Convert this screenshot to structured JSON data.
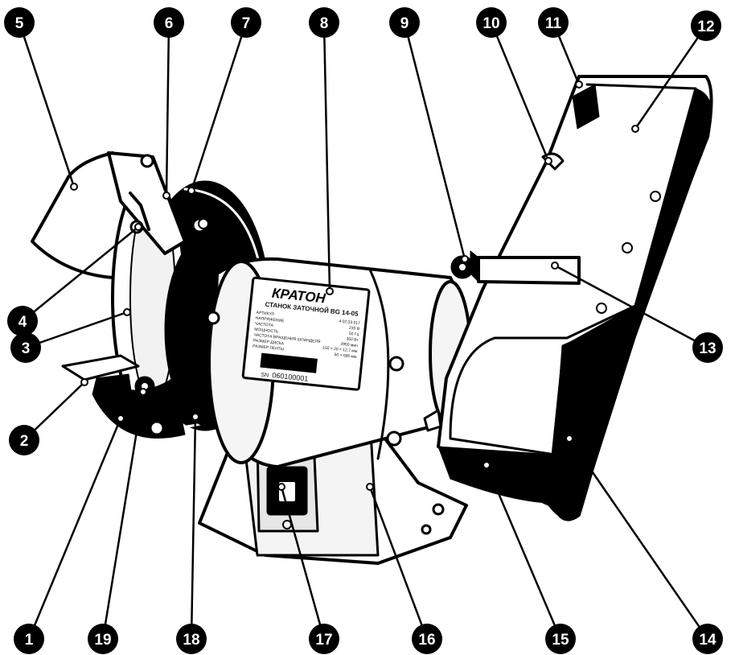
{
  "diagram": {
    "callouts": [
      "1",
      "2",
      "3",
      "4",
      "5",
      "6",
      "7",
      "8",
      "9",
      "10",
      "11",
      "12",
      "13",
      "14",
      "15",
      "16",
      "17",
      "18",
      "19"
    ],
    "label_plate": {
      "brand": "КРАТОН",
      "model": "СТАНОК ЗАТОЧНОЙ BG 14-05",
      "rows": [
        {
          "key": "АРТИКУЛ",
          "value": "4 02 03 017"
        },
        {
          "key": "НАПРЯЖЕНИЕ",
          "value": "230 В"
        },
        {
          "key": "ЧАСТОТА",
          "value": "50 Гц"
        },
        {
          "key": "МОЩНОСТЬ",
          "value": "350 Вт"
        },
        {
          "key": "ЧАСТОТА ВРАЩЕНИЯ ШПИНДЕЛЯ",
          "value": "2950 мин"
        },
        {
          "key": "РАЗМЕР ДИСКА",
          "value": "150 × 20 × 12,7 мм"
        },
        {
          "key": "РАЗМЕР ЛЕНТЫ",
          "value": "50 × 686 мм"
        }
      ],
      "serial_label": "SN",
      "serial": "060100001"
    }
  }
}
